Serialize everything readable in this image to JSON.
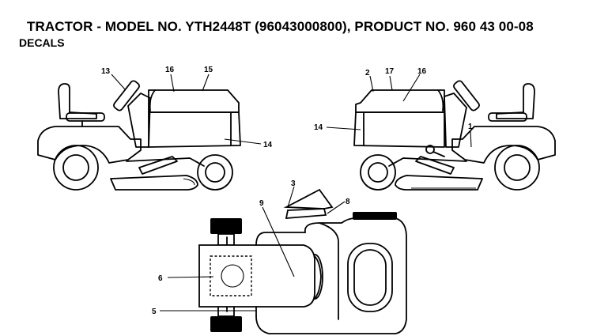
{
  "header": {
    "title": "TRACTOR - MODEL NO. YTH2448T (96043000800), PRODUCT NO. 960 43 00-08",
    "subtitle": "DECALS"
  },
  "callouts": {
    "c1": "1",
    "c2": "2",
    "c3": "3",
    "c5": "5",
    "c6": "6",
    "c8": "8",
    "c9": "9",
    "c13": "13",
    "c14_left": "14",
    "c14_right": "14",
    "c15": "15",
    "c16_left": "16",
    "c16_right": "16",
    "c17": "17"
  }
}
